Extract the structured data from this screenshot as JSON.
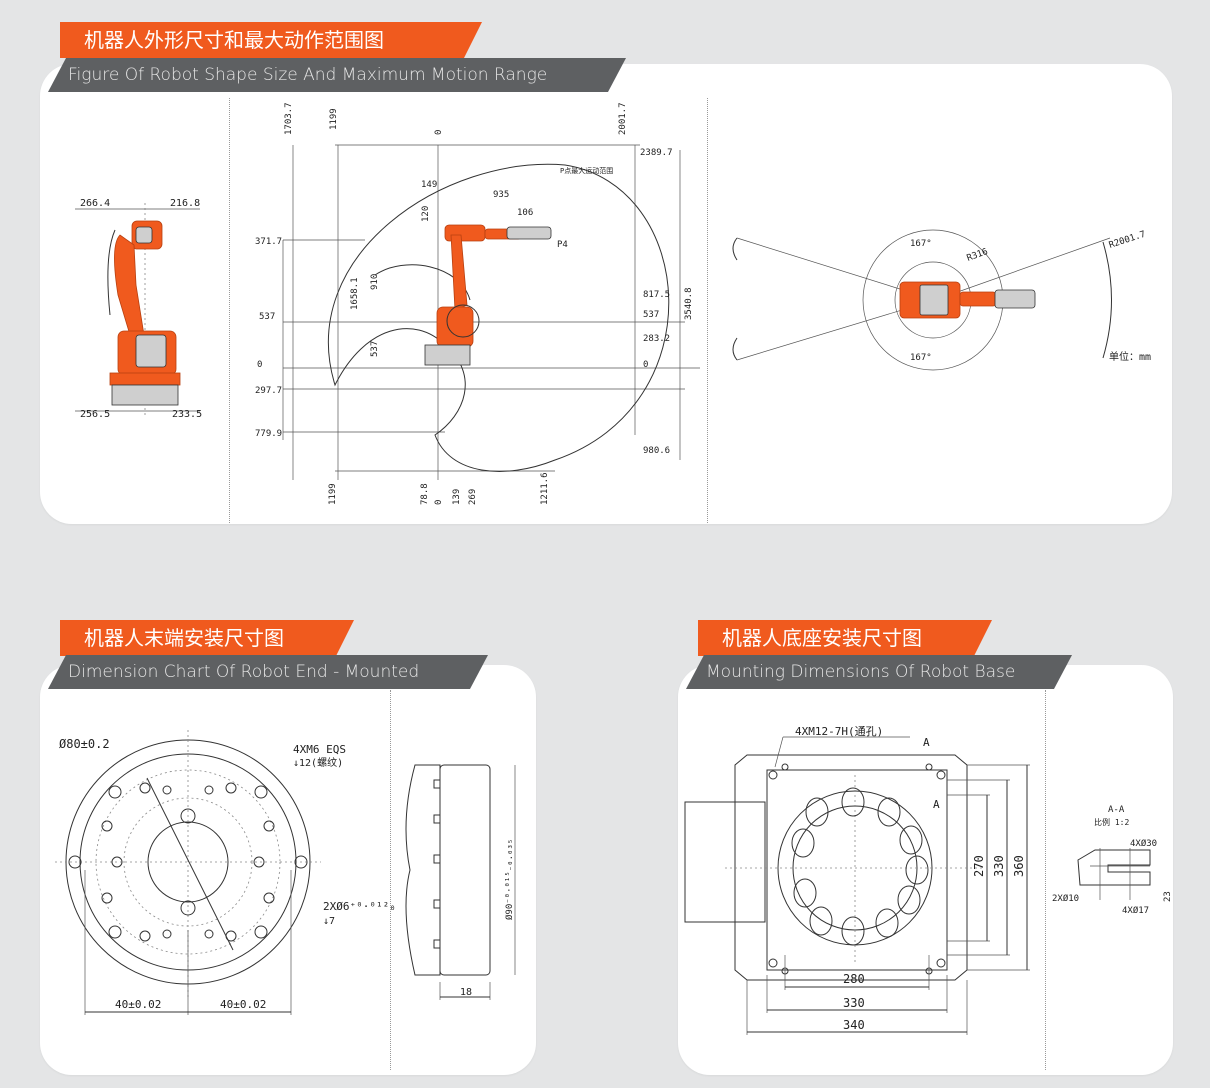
{
  "section_top": {
    "title_cn": "机器人外形尺寸和最大动作范围图",
    "title_en": "Figure Of Robot Shape Size And Maximum Motion Range",
    "side_view": {
      "top_left": "266.4",
      "top_right": "216.8",
      "bottom_left": "256.5",
      "bottom_right": "233.5"
    },
    "range_view": {
      "top_labels": [
        "1703.7",
        "1199",
        "0",
        "2001.7"
      ],
      "bottom_labels": [
        "1199",
        "78.8",
        "0",
        "139",
        "269",
        "1211.6"
      ],
      "left_labels": [
        "371.7",
        "537",
        "0",
        "297.7",
        "779.9"
      ],
      "right_labels": [
        "2389.7",
        "817.5",
        "537",
        "283.2",
        "0",
        "980.6"
      ],
      "height_total": "3540.8",
      "inner_labels": [
        "149",
        "935",
        "120",
        "106",
        "910",
        "1658.1",
        "537"
      ],
      "point_label": "P4",
      "curve_label": "P点最大运动范围"
    },
    "top_view": {
      "angle_top": "167°",
      "angle_bottom": "167°",
      "radius_inner": "R316",
      "radius_outer": "R2001.7",
      "unit": "单位：mm"
    }
  },
  "section_left": {
    "title_cn": "机器人末端安装尺寸图",
    "title_en": "Dimension Chart Of Robot End - Mounted",
    "labels": {
      "diameter": "Ø80±0.2",
      "holes_a": "4XM6 EQS",
      "holes_a_depth": "↓12(螺纹)",
      "pins": "2XØ6⁺⁰·⁰¹²₀",
      "pins_depth": "↓7",
      "left_dim": "40±0.02",
      "right_dim": "40±0.02",
      "flange_d": "Ø90⁻⁰·⁰¹⁵₋₀.₀₃₅",
      "thickness": "18"
    }
  },
  "section_right": {
    "title_cn": "机器人底座安装尺寸图",
    "title_en": "Mounting Dimensions Of Robot Base",
    "labels": {
      "holes": "4XM12-7H(通孔)",
      "section_mark": "A",
      "section_mark2": "A",
      "dim_280": "280",
      "dim_330": "330",
      "dim_340": "340",
      "dim_270": "270",
      "dim_330v": "330",
      "dim_360": "360",
      "section_title": "A-A",
      "scale": "比例  1:2",
      "cb_30": "4XØ30",
      "cb_10": "2XØ10",
      "cb_17": "4XØ17",
      "cb_23": "23"
    }
  },
  "colors": {
    "accent": "#f05a1e",
    "subheader": "#5e6062",
    "background": "#e4e5e6",
    "panel": "#ffffff"
  }
}
